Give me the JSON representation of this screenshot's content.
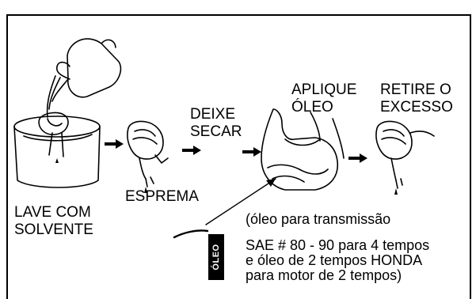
{
  "steps": {
    "wash": [
      "LAVE COM",
      "SOLVENTE"
    ],
    "squeeze": "ESPREMA",
    "dry": [
      "DEIXE",
      "SECAR"
    ],
    "apply": [
      "APLIQUE",
      "ÓLEO"
    ],
    "remove": [
      "RETIRE O",
      "EXCESSO"
    ]
  },
  "note": {
    "line1": "(óleo para transmissão",
    "line2": "SAE # 80 - 90 para 4 tempos",
    "line3": "e óleo de 2 tempos HONDA",
    "line4": "para motor de 2 tempos)"
  },
  "oil_tag": "ÓLEO"
}
